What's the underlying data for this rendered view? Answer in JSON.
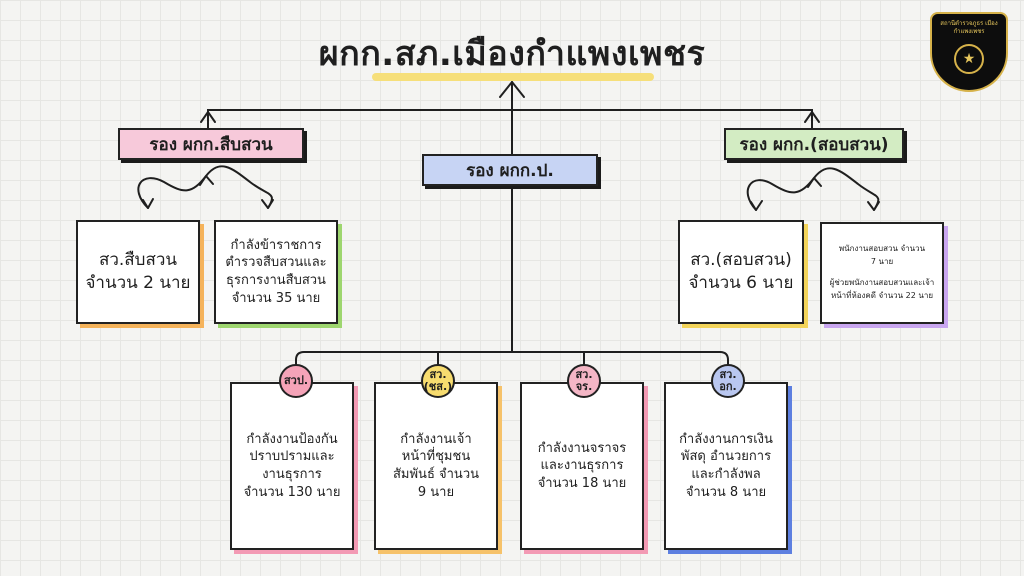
{
  "title": "ผกก.สภ.เมืองกำแพงเพชร",
  "logo": {
    "text": "สถานีตำรวจภูธร เมืองกำแพงเพชร",
    "emblem": "police-badge"
  },
  "deputies": {
    "left": "รอง ผกก.สืบสวน",
    "center": "รอง ผกก.ป.",
    "right": "รอง ผกก.(สอบสวน)"
  },
  "left_boxes": {
    "box1": {
      "line1": "สว.สืบสวน",
      "line2": "จำนวน 2 นาย"
    },
    "box2": {
      "line1": "กำลังข้าราชการ",
      "line2": "ตำรวจสืบสวนและ",
      "line3": "ธุรการงานสืบสวน",
      "line4": "จำนวน 35 นาย"
    }
  },
  "right_boxes": {
    "box1": {
      "line1": "สว.(สอบสวน)",
      "line2": "จำนวน 6 นาย"
    },
    "box2": {
      "line1": "พนักงานสอบสวน จำนวน",
      "line2": "7 นาย",
      "line3": "ผู้ช่วยพนักงานสอบสวนและเจ้า",
      "line4": "หน้าที่ห้องคดี จำนวน 22 นาย"
    }
  },
  "units": [
    {
      "badge1": "สวป.",
      "badge2": "",
      "line1": "กำลังงานป้องกัน",
      "line2": "ปราบปรามและ",
      "line3": "งานธุรการ",
      "line4": "จำนวน 130 นาย"
    },
    {
      "badge1": "สว.",
      "badge2": "(ชส.)",
      "line1": "กำลังงานเจ้า",
      "line2": "หน้าที่ชุมชน",
      "line3": "สัมพันธ์ จำนวน",
      "line4": "9 นาย"
    },
    {
      "badge1": "สว.",
      "badge2": "จร.",
      "line1": "กำลังงานจราจร",
      "line2": "และงานธุรการ",
      "line3": "จำนวน 18 นาย"
    },
    {
      "badge1": "สว.",
      "badge2": "อก.",
      "line1": "กำลังงานการเงิน",
      "line2": "พัสดุ อำนวยการ",
      "line3": "และกำลังพล",
      "line4": "จำนวน 8 นาย"
    }
  ],
  "colors": {
    "badge_pink": "#f5a3b8",
    "badge_yellow": "#f7dc6f",
    "badge_rose": "#f4b6c6",
    "badge_blue": "#b9c7f0",
    "label_pink": "#f7c9da",
    "label_blue": "#c7d4f4",
    "label_green": "#d3ecc3"
  }
}
